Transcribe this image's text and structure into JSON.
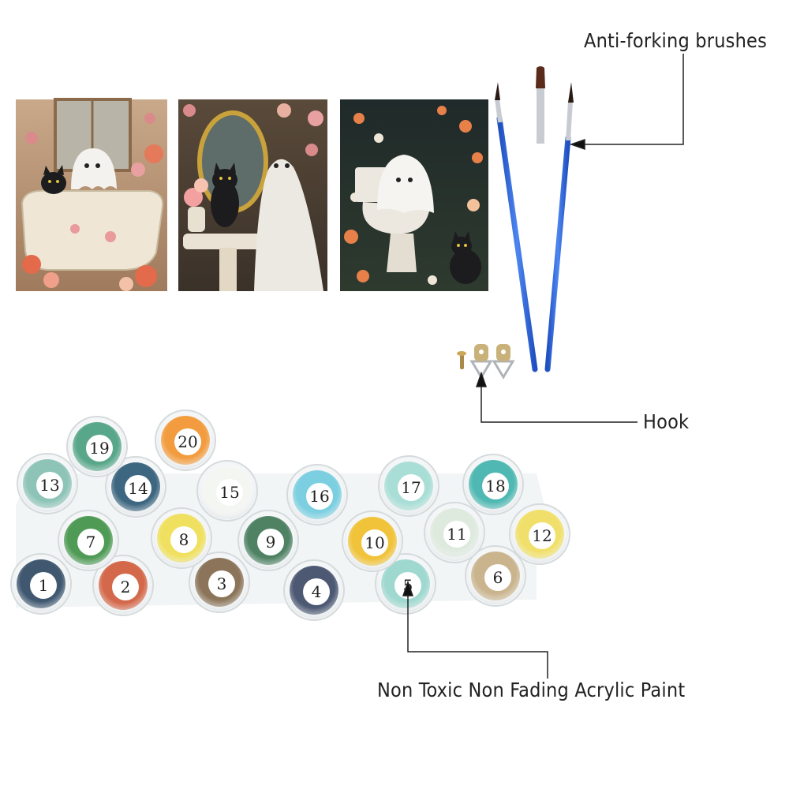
{
  "labels": {
    "brushes": "Anti-forking brushes",
    "hook": "Hook",
    "paint": "Non Toxic Non Fading Acrylic Paint"
  },
  "artworks": [
    {
      "name": "ghost-in-bathtub-painting",
      "scene": "ghost and black cat in floral bathtub"
    },
    {
      "name": "ghost-at-mirror-painting",
      "scene": "ghost and black cat brushing teeth at vanity mirror"
    },
    {
      "name": "ghost-on-toilet-painting",
      "scene": "ghost on toilet with black cat in garden"
    }
  ],
  "brush_count": 3,
  "hook_count": 2,
  "paint_pots": [
    {
      "number": "1",
      "color": "#3f5870"
    },
    {
      "number": "2",
      "color": "#d3684a"
    },
    {
      "number": "3",
      "color": "#8b7459"
    },
    {
      "number": "4",
      "color": "#4d5973"
    },
    {
      "number": "5",
      "color": "#9fd8cf"
    },
    {
      "number": "6",
      "color": "#c9b48e"
    },
    {
      "number": "7",
      "color": "#4f9a55"
    },
    {
      "number": "8",
      "color": "#efe060"
    },
    {
      "number": "9",
      "color": "#4f8263"
    },
    {
      "number": "10",
      "color": "#f0c33b"
    },
    {
      "number": "11",
      "color": "#dfeadf"
    },
    {
      "number": "12",
      "color": "#f0e06b"
    },
    {
      "number": "13",
      "color": "#8ec4b8"
    },
    {
      "number": "14",
      "color": "#3d6680"
    },
    {
      "number": "15",
      "color": "#f4f6f2"
    },
    {
      "number": "16",
      "color": "#7ccfe0"
    },
    {
      "number": "17",
      "color": "#a9ded6"
    },
    {
      "number": "18",
      "color": "#4fb8b2"
    },
    {
      "number": "19",
      "color": "#59a78a"
    },
    {
      "number": "20",
      "color": "#f29c3f"
    }
  ],
  "colors": {
    "brush_handle": "#2f66d8",
    "callout_line": "#222222"
  }
}
